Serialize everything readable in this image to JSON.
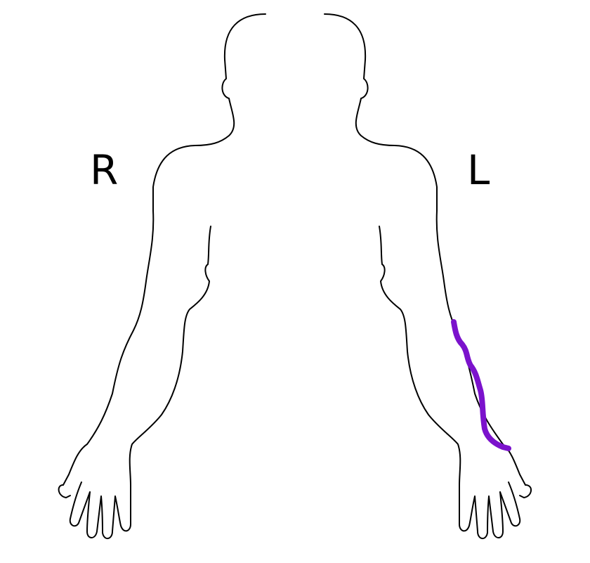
{
  "labels": {
    "right": "R",
    "left": "L"
  },
  "colors": {
    "outline": "#000000",
    "marking": "#7B12CC",
    "background": "#FFFFFF"
  },
  "marking": {
    "description_side": "left",
    "region": "forearm"
  }
}
